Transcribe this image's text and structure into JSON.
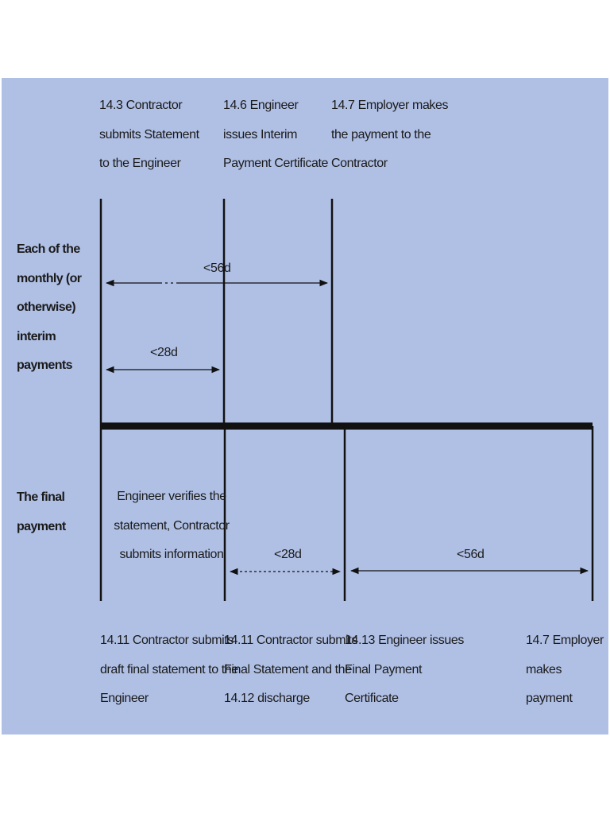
{
  "rows": {
    "interim": "Each of the\nmonthly (or\notherwise)\ninterim\npayments",
    "final": "The final\npayment"
  },
  "top_events": [
    "14.3 Contractor\nsubmits Statement\nto the Engineer",
    "14.6 Engineer\nissues Interim\nPayment Certificate",
    "14.7 Employer makes\nthe payment to the\nContractor"
  ],
  "bottom_events": [
    "14.11 Contractor submits\ndraft final statement to the\nEngineer",
    "14.11 Contractor submits\nFinal Statement and the\n14.12 discharge",
    "14.13 Engineer issues\nFinal Payment\nCertificate",
    "14.7 Employer\nmakes payment"
  ],
  "middle_note": "Engineer verifies the\nstatement, Contractor\nsubmits information",
  "durations": {
    "interim_total": "<56d",
    "interim_certificate": "<28d",
    "final_certificate": "<28d",
    "final_payment": "<56d"
  },
  "colors": {
    "panel_background": "#b0c0e5",
    "line": "#111111"
  }
}
